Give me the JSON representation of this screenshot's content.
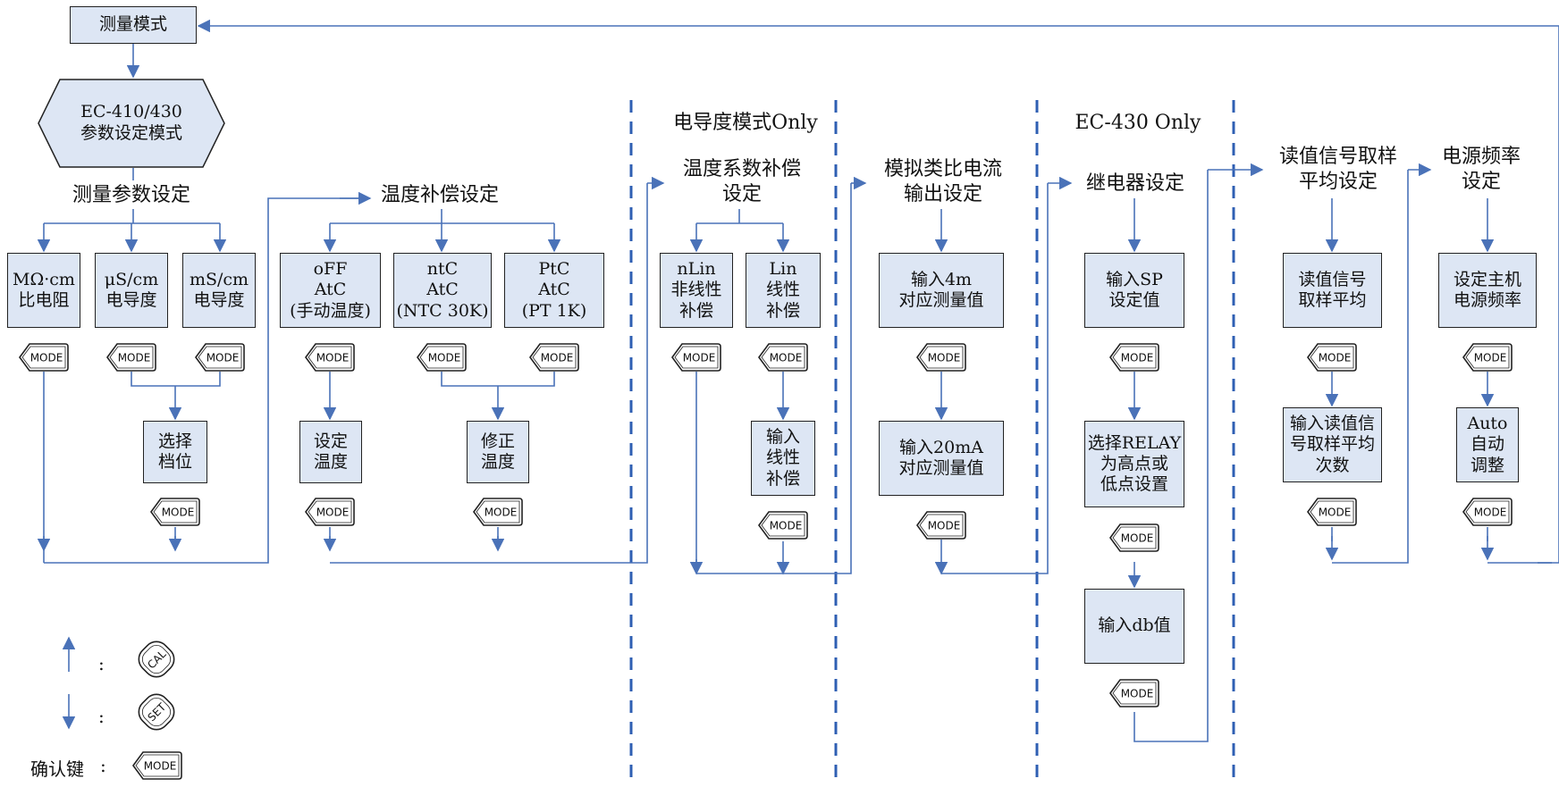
{
  "title_box": "测量模式",
  "hex_box": "EC-410/430\n参数设定模式",
  "mode_key": "MODE",
  "sections": {
    "measure_params": "测量参数设定",
    "temp_comp": "温度补偿设定",
    "cond_only": "电导度模式Only",
    "temp_coef": "温度系数补偿\n设定",
    "analog_out": "模拟类比电流\n输出设定",
    "ec430_only": "EC-430 Only",
    "relay": "继电器设定",
    "sample_avg": "读值信号取样\n平均设定",
    "power_freq": "电源频率\n设定"
  },
  "boxes": {
    "mohm": "MΩ·cm\n比电阻",
    "us": "μS/cm\n电导度",
    "ms": "mS/cm\n电导度",
    "select_range": "选择\n档位",
    "off_atc": "oFF\nAtC\n(手动温度)",
    "ntc_atc": "ntC\nAtC\n(NTC 30K)",
    "ptc_atc": "PtC\nAtC\n(PT 1K)",
    "set_temp": "设定\n温度",
    "fix_temp": "修正\n温度",
    "nlin": "nLin\n非线性\n补偿",
    "lin": "Lin\n线性\n补偿",
    "input_lin": "输入\n线性\n补偿",
    "input_4m": "输入4m\n对应测量值",
    "input_20ma": "输入20mA\n对应测量值",
    "input_sp": "输入SP\n设定值",
    "select_relay": "选择RELAY\n为高点或\n低点设置",
    "input_db": "输入db值",
    "sample_avg_box": "读值信号\n取样平均",
    "input_sample_count": "输入读值信\n号取样平均\n次数",
    "set_power_freq": "设定主机\n电源频率",
    "auto_adjust": "Auto\n自动\n调整"
  },
  "legend": {
    "up_colon": ":",
    "down_colon": ":",
    "cal_key": "CAL",
    "set_key": "SET",
    "confirm_label": "确认键",
    "confirm_colon": ":",
    "mode_key": "MODE"
  },
  "colors": {
    "box_fill": "#dde6f4",
    "arrow": "#4a72b8",
    "divider": "#2f5fb3"
  }
}
